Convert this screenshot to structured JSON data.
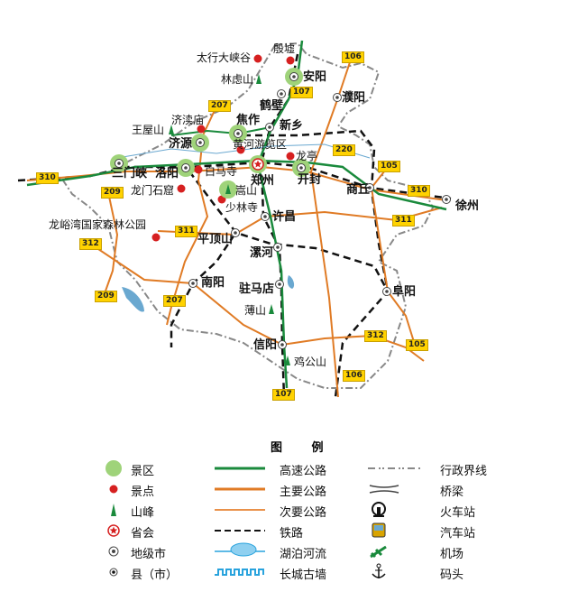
{
  "colors": {
    "expressway": "#1a8a3c",
    "main_road": "#e07b25",
    "secondary_road": "#e9914a",
    "railway": "#111111",
    "boundary": "#888888",
    "scenic_area": "#9fd37a",
    "spot": "#d62020",
    "peak": "#1a8a3c",
    "water": "#6aa8d0",
    "shield": "#ffd200"
  },
  "cities": [
    "安阳",
    "鹤壁",
    "濮阳",
    "焦作",
    "新乡",
    "济源",
    "三门峡",
    "洛阳",
    "郑州",
    "开封",
    "商丘",
    "徐州",
    "许昌",
    "平顶山",
    "漯河",
    "南阳",
    "驻马店",
    "阜阳",
    "信阳"
  ],
  "spots": [
    "太行大峡谷",
    "殷墟",
    "济渎庙",
    "黄河游览区",
    "龙亭",
    "白马寺",
    "龙门石窟",
    "少林寺",
    "龙峪湾国家森林公园"
  ],
  "peaks": [
    "林虑山",
    "王屋山",
    "嵩山",
    "薄山",
    "鸡公山"
  ],
  "road_numbers": [
    "106",
    "107",
    "207",
    "220",
    "105",
    "310",
    "209",
    "310",
    "311",
    "311",
    "312",
    "209",
    "207",
    "312",
    "105",
    "106",
    "107"
  ],
  "legend": {
    "title": "图 例",
    "items": [
      {
        "label": "景区",
        "icon": "scenic-area-icon"
      },
      {
        "label": "景点",
        "icon": "scenic-spot-icon"
      },
      {
        "label": "山峰",
        "icon": "peak-icon"
      },
      {
        "label": "省会",
        "icon": "provincial-capital-icon"
      },
      {
        "label": "地级市",
        "icon": "prefecture-city-icon"
      },
      {
        "label": "县（市）",
        "icon": "county-icon"
      },
      {
        "label": "高速公路",
        "icon": "expressway-icon"
      },
      {
        "label": "主要公路",
        "icon": "main-road-icon"
      },
      {
        "label": "次要公路",
        "icon": "secondary-road-icon"
      },
      {
        "label": "铁路",
        "icon": "railway-icon"
      },
      {
        "label": "湖泊河流",
        "icon": "lake-river-icon"
      },
      {
        "label": "长城古墙",
        "icon": "great-wall-icon"
      },
      {
        "label": "行政界线",
        "icon": "boundary-icon"
      },
      {
        "label": "桥梁",
        "icon": "bridge-icon"
      },
      {
        "label": "火车站",
        "icon": "train-station-icon"
      },
      {
        "label": "汽车站",
        "icon": "bus-station-icon"
      },
      {
        "label": "机场",
        "icon": "airport-icon"
      },
      {
        "label": "码头",
        "icon": "anchor-icon"
      }
    ]
  }
}
